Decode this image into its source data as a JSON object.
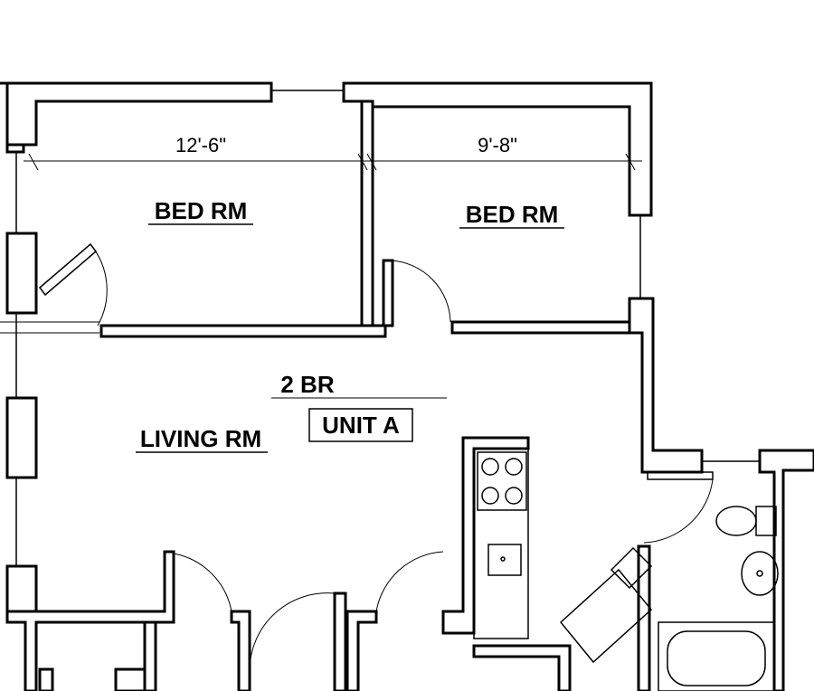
{
  "plan": {
    "unit_name": "UNIT A",
    "unit_type": "2 BR",
    "rooms": {
      "bedroom_1": "BED RM",
      "bedroom_2": "BED RM",
      "living": "LIVING RM"
    },
    "dimensions": {
      "bedroom_1_width": "12'-6\"",
      "bedroom_2_width": "9'-8\""
    }
  }
}
